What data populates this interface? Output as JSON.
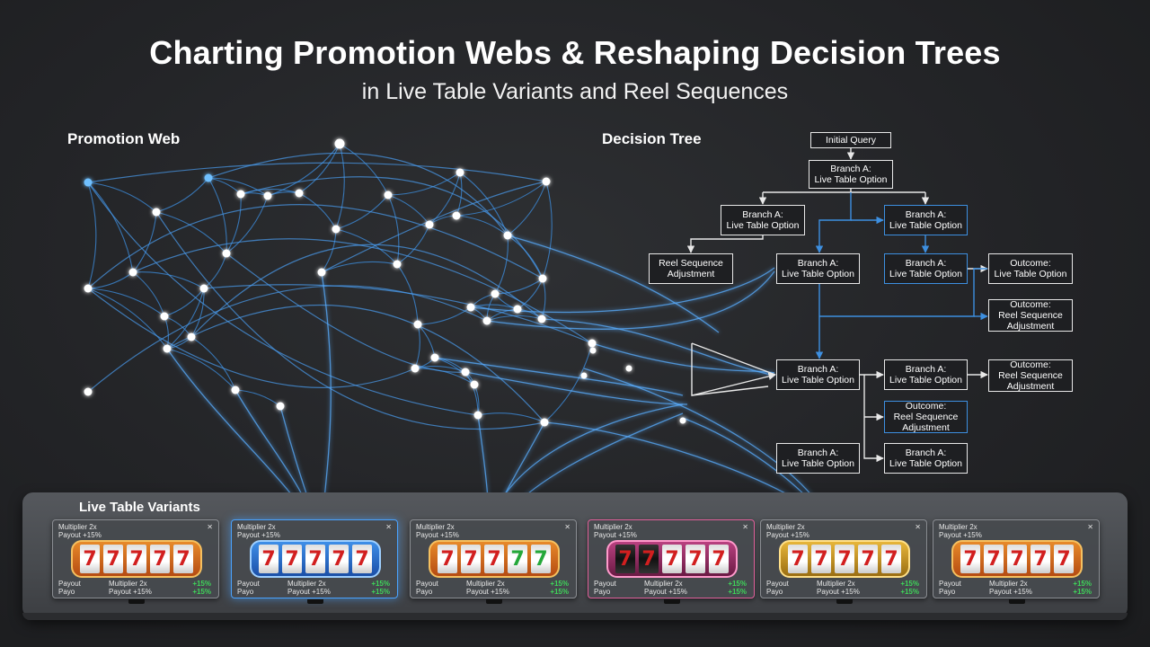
{
  "header": {
    "title": "Charting Promotion Webs & Reshaping Decision Trees",
    "subtitle": "in Live Table Variants and Reel Sequences"
  },
  "sections": {
    "promotion_web": "Promotion Web",
    "decision_tree": "Decision Tree",
    "live_table_variants": "Live Table Variants"
  },
  "colors": {
    "background": "#232427",
    "network_blue": "#3d8fe0",
    "node_glow": "#ffffff",
    "positive_green": "#3fd65a"
  },
  "tree": {
    "root": {
      "lines": [
        "Initial Query"
      ]
    },
    "n1": {
      "lines": [
        "Branch A:",
        "Live Table Option"
      ]
    },
    "n2": {
      "lines": [
        "Branch A:",
        "Live Table Option"
      ]
    },
    "n3": {
      "lines": [
        "Branch A:",
        "Live Table Option"
      ]
    },
    "n4": {
      "lines": [
        "Reel Sequence",
        "Adjustment"
      ]
    },
    "n5": {
      "lines": [
        "Branch A:",
        "Live Table Option"
      ]
    },
    "n6": {
      "lines": [
        "Branch A:",
        "Live Table Option"
      ]
    },
    "n7": {
      "lines": [
        "Outcome:",
        "Live Table Option"
      ]
    },
    "n8": {
      "lines": [
        "Outcome:",
        "Reel Sequence",
        "Adjustment"
      ]
    },
    "n9": {
      "lines": [
        "Branch A:",
        "Live Table Option"
      ]
    },
    "n10": {
      "lines": [
        "Branch A:",
        "Live Table Option"
      ]
    },
    "n11": {
      "lines": [
        "Outcome:",
        "Reel Sequence",
        "Adjustment"
      ]
    },
    "n12": {
      "lines": [
        "Outcome:",
        "Reel Sequence",
        "Adjustment"
      ]
    },
    "n13": {
      "lines": [
        "Branch A:",
        "Live Table Option"
      ]
    },
    "n14": {
      "lines": [
        "Branch A:",
        "Live Table Option"
      ]
    }
  },
  "cards": [
    {
      "title": "Multiplier 2x",
      "sub": "Payout +15%",
      "close": "✕",
      "reels": [
        "7",
        "7",
        "7",
        "7",
        "7"
      ],
      "foot1": "Payout",
      "foot2": "Payo",
      "mult": "Multiplier 2x",
      "pay2": "Payout +15%",
      "pct1": "+15%",
      "pct2": "+15%",
      "style": "orange",
      "highlight": "none"
    },
    {
      "title": "Multiplier 2x",
      "sub": "Payout +15%",
      "close": "✕",
      "reels": [
        "7",
        "7",
        "7",
        "7",
        "7"
      ],
      "foot1": "Payout",
      "foot2": "Payo",
      "mult": "Multiplier 2x",
      "pay2": "Payout +15%",
      "pct1": "+15%",
      "pct2": "+15%",
      "style": "blue",
      "highlight": "blue"
    },
    {
      "title": "Multiplier 2x",
      "sub": "Payout +15%",
      "close": "✕",
      "reels": [
        "7",
        "7",
        "7",
        "7",
        "7"
      ],
      "foot1": "Payout",
      "foot2": "Payo",
      "mult": "Multiplier 2x",
      "pay2": "Payout +15%",
      "pct1": "+15%",
      "pct2": "+15%",
      "style": "orange",
      "highlight": "none"
    },
    {
      "title": "Multiplier 2x",
      "sub": "Payout +15%",
      "close": "✕",
      "reels": [
        "7",
        "7",
        "7",
        "7",
        "7"
      ],
      "foot1": "Payout",
      "foot2": "Payo",
      "mult": "Multiplier 2x",
      "pay2": "Payout +15%",
      "pct1": "+15%",
      "pct2": "+15%",
      "style": "pink",
      "highlight": "pink"
    },
    {
      "title": "Multiplier 2x",
      "sub": "Payout +15%",
      "close": "✕",
      "reels": [
        "7",
        "7",
        "7",
        "7",
        "7"
      ],
      "foot1": "Payout",
      "foot2": "Payo",
      "mult": "Multiplier 2x",
      "pay2": "Payout +15%",
      "pct1": "+15%",
      "pct2": "+15%",
      "style": "gold",
      "highlight": "none"
    },
    {
      "title": "Multiplier 2x",
      "sub": "Payout +15%",
      "close": "✕",
      "reels": [
        "7",
        "7",
        "7",
        "7",
        "7"
      ],
      "foot1": "Payout",
      "foot2": "Payo",
      "mult": "Multiplier 2x",
      "pay2": "Payout +15%",
      "pct1": "+15%",
      "pct2": "+15%",
      "style": "orange",
      "highlight": "none"
    }
  ]
}
